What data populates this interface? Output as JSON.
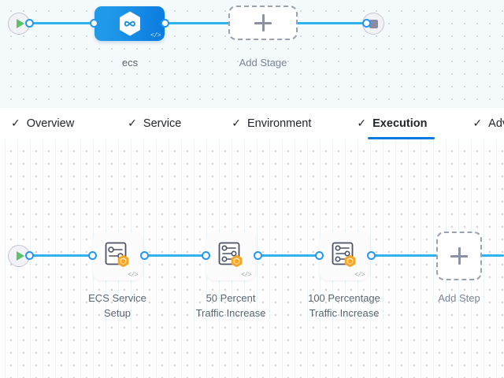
{
  "colors": {
    "wire": "#2eb3ef",
    "port_ring": "#2196f3",
    "stage_blue_light": "#1f99e8",
    "stage_blue_dark": "#0b7ae0",
    "tab_active_underline": "#0b7ae0",
    "play_green": "#5ac268",
    "badge_orange": "#f5a623",
    "canvas_top_bg": "#f4f9fc",
    "canvas_bottom_bg": "#ffffff",
    "dashed_border": "#9aa0b5"
  },
  "stage_canvas": {
    "start_node": {
      "name": "start",
      "icon": "play-icon"
    },
    "end_node": {
      "name": "end",
      "icon": "stop-icon"
    },
    "stage": {
      "label": "ecs",
      "icon": "hexagon-infinity-icon",
      "badge": "</>"
    },
    "add_stage": {
      "label": "Add Stage",
      "icon": "plus-icon"
    }
  },
  "tabs": [
    {
      "label": "Overview",
      "check": "✓",
      "active": false
    },
    {
      "label": "Service",
      "check": "✓",
      "active": false
    },
    {
      "label": "Environment",
      "check": "✓",
      "active": false
    },
    {
      "label": "Execution",
      "check": "✓",
      "active": true
    },
    {
      "label": "Advanced",
      "check": "✓",
      "active": false
    }
  ],
  "execution_canvas": {
    "start_node": {
      "name": "start",
      "icon": "play-icon"
    },
    "steps": [
      {
        "label_line1": "ECS Service",
        "label_line2": "Setup",
        "icon": "step-settings-icon",
        "badge": "</>"
      },
      {
        "label_line1": "50 Percent",
        "label_line2": "Traffic Increase",
        "icon": "step-settings-icon",
        "badge": "</>"
      },
      {
        "label_line1": "100 Percentage",
        "label_line2": "Traffic Increase",
        "icon": "step-settings-icon",
        "badge": "</>"
      }
    ],
    "add_step": {
      "label": "Add Step",
      "icon": "plus-icon"
    }
  }
}
